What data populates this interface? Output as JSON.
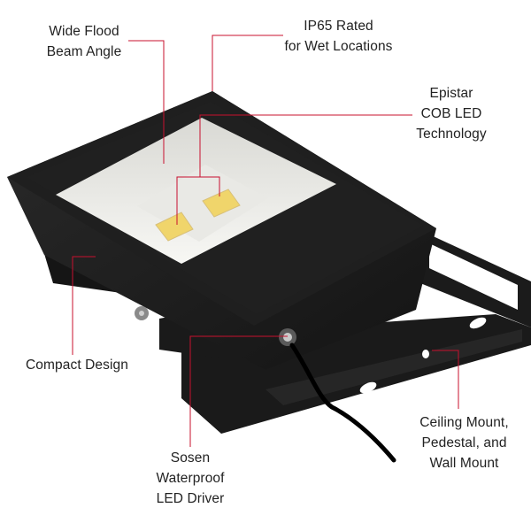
{
  "callouts": {
    "wide_flood": {
      "line1": "Wide Flood",
      "line2": "Beam Angle"
    },
    "ip65": {
      "line1": "IP65 Rated",
      "line2": "for Wet Locations"
    },
    "epistar": {
      "line1": "Epistar",
      "line2": "COB LED",
      "line3": "Technology"
    },
    "compact": {
      "line1": "Compact Design"
    },
    "sosen": {
      "line1": "Sosen",
      "line2": "Waterproof",
      "line3": "LED Driver"
    },
    "mount": {
      "line1": "Ceiling Mount,",
      "line2": "Pedestal, and",
      "line3": "Wall Mount"
    }
  },
  "colors": {
    "leader_line": "#c8102e",
    "housing": "#1c1c1c",
    "reflector": "#f2f2ef",
    "led_chip": "#f0d56b"
  }
}
